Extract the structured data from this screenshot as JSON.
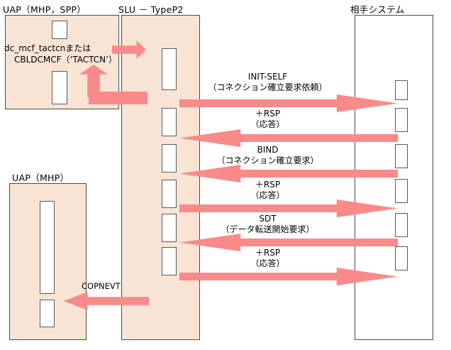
{
  "diagram": {
    "title_uap_top": "UAP（MHP，SPP）",
    "title_slu": "SLU － TypeP2",
    "title_remote": "相手システム",
    "title_uap_bottom": "UAP（MHP）"
  },
  "call": {
    "line1": "dc_mcf_tactcnまたは",
    "line2": "CBLDCMCF（‘TACTCN’）"
  },
  "event": {
    "label": "COPNEVT"
  },
  "messages": [
    {
      "name": "INIT-SELF",
      "line1": "INIT-SELF",
      "line2": "（コネクション確立要求依頼）",
      "direction": "right"
    },
    {
      "name": "+RSP-1",
      "line1": "＋RSP",
      "line2": "（応答）",
      "direction": "left"
    },
    {
      "name": "BIND",
      "line1": "BIND",
      "line2": "（コネクション確立要求）",
      "direction": "left"
    },
    {
      "name": "+RSP-2",
      "line1": "＋RSP",
      "line2": "（応答）",
      "direction": "right"
    },
    {
      "name": "SDT",
      "line1": "SDT",
      "line2": "（データ転送開始要求）",
      "direction": "left"
    },
    {
      "name": "+RSP-3",
      "line1": "＋RSP",
      "line2": "（応答）",
      "direction": "right"
    }
  ],
  "colors": {
    "arrow": "#f98a8a",
    "panel_fill": "#f7e4d5",
    "panel_border": "#4a4a4a",
    "box_fill": "#ffffff",
    "box_border": "#5a5a5a",
    "text": "#000000"
  }
}
